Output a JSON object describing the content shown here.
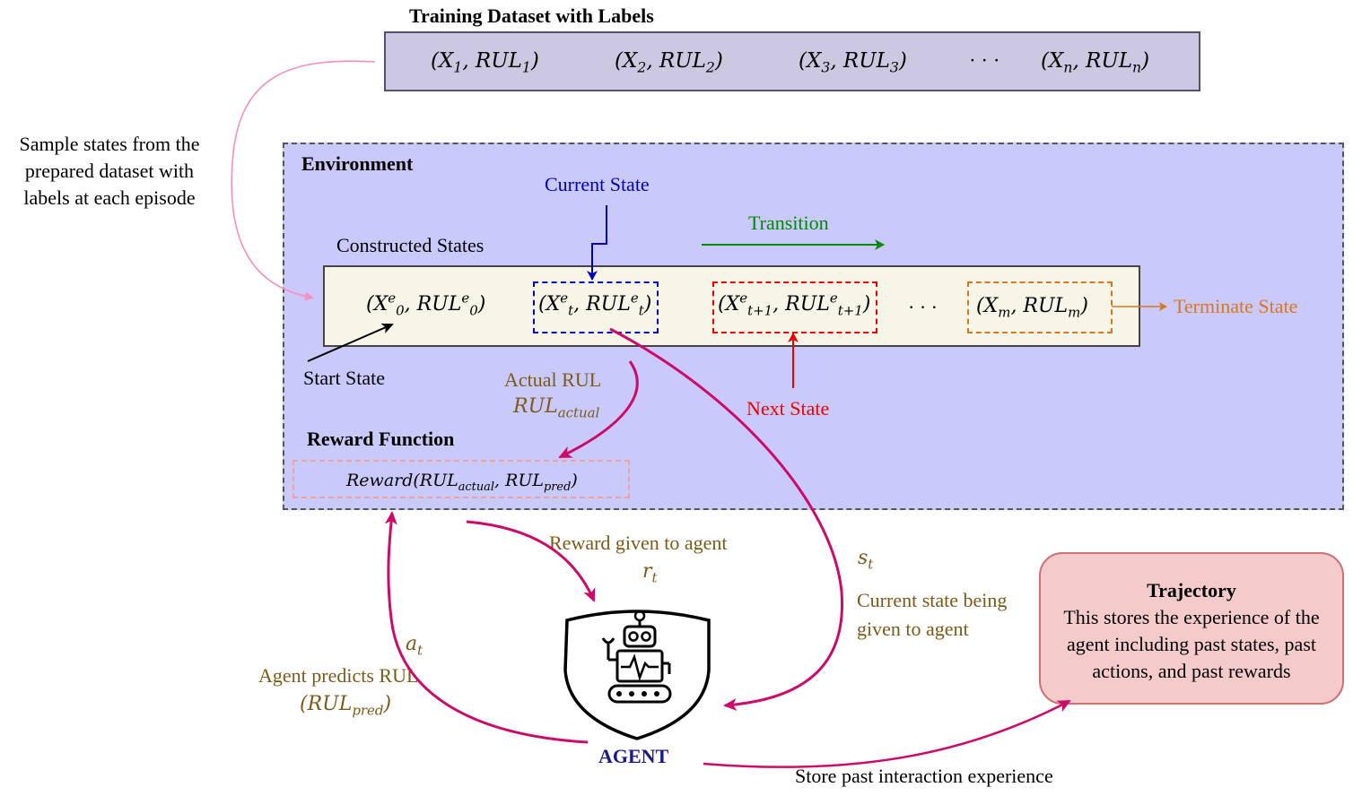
{
  "dataset": {
    "title": "Training Dataset with Labels",
    "items": [
      {
        "base": "(X",
        "sub1": "1",
        "mid": ", RUL",
        "sub2": "1",
        "end": ")"
      },
      {
        "base": "(X",
        "sub1": "2",
        "mid": ", RUL",
        "sub2": "2",
        "end": ")"
      },
      {
        "base": "(X",
        "sub1": "3",
        "mid": ", RUL",
        "sub2": "3",
        "end": ")"
      },
      {
        "base": "(X",
        "sub1": "n",
        "mid": ", RUL",
        "sub2": "n",
        "end": ")"
      }
    ],
    "ellipsis": "· · ·"
  },
  "sample_note": [
    "Sample states from the",
    "prepared dataset with",
    "labels at each episode"
  ],
  "environment": {
    "title": "Environment",
    "current_state_label": "Current State",
    "transition_label": "Transition",
    "constructed_states_label": "Constructed States",
    "start_state_label": "Start State",
    "next_state_label": "Next State",
    "terminate_state_label": "Terminate State",
    "actual_rul_label": "Actual RUL",
    "actual_rul_math": {
      "base": "RUL",
      "sub": "actual"
    },
    "reward_function_label": "Reward Function",
    "reward_formula": {
      "pre": "Reward(RUL",
      "sub1": "actual",
      "mid": ", RUL",
      "sub2": "pred",
      "end": ")"
    },
    "states": {
      "s0": {
        "pre": "(X",
        "sup1": "e",
        "sub1": "0",
        "mid": ", RUL",
        "sup2": "e",
        "sub2": "0",
        "end": ")"
      },
      "st": {
        "pre": "(X",
        "sup1": "e",
        "sub1": "t",
        "mid": ", RUL",
        "sup2": "e",
        "sub2": "t",
        "end": ")"
      },
      "st1": {
        "pre": "(X",
        "sup1": "e",
        "sub1": "t+1",
        "mid": ", RUL",
        "sup2": "e",
        "sub2": "t+1",
        "end": ")"
      },
      "sm": {
        "pre": "(X",
        "sub1": "m",
        "mid": ", RUL",
        "sub2": "m",
        "end": ")"
      },
      "ellipsis": "· · ·"
    }
  },
  "reward_given_label": "Reward given to agent",
  "reward_symbol": {
    "base": "r",
    "sub": "t"
  },
  "state_symbol": {
    "base": "s",
    "sub": "t"
  },
  "current_state_given": [
    "Current state being",
    "given to agent"
  ],
  "action_symbol": {
    "base": "a",
    "sub": "t"
  },
  "agent_predicts_label": "Agent predicts RUL",
  "rul_pred": {
    "pre": "(RUL",
    "sub": "pred",
    "end": ")"
  },
  "agent_label": "AGENT",
  "trajectory": {
    "title": "Trajectory",
    "lines": [
      "This stores the experience of the",
      "agent including past states, past",
      "actions, and past rewards"
    ]
  },
  "store_label": "Store past interaction experience",
  "colors": {
    "current_state": "#0000bb",
    "transition": "#008a00",
    "next_state": "#ee0000",
    "terminate_state": "#d9771f",
    "flow_arrow": "#cc0a6a",
    "brown_text": "#7b5a1a",
    "agent_text": "#1a1a8a",
    "sample_arrow": "#f490c0"
  }
}
